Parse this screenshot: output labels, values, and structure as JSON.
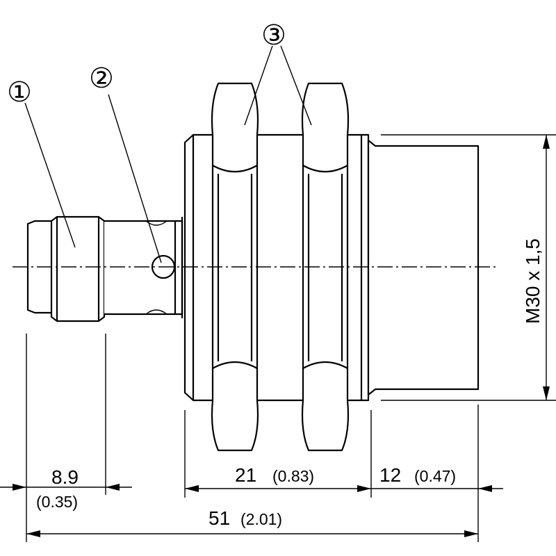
{
  "callouts": {
    "c1": "①",
    "c2": "②",
    "c3": "③"
  },
  "dimensions": {
    "d1_mm": "8.9",
    "d1_in": "(0.35)",
    "d2_mm": "21",
    "d2_in": "(0.83)",
    "d3_mm": "12",
    "d3_in": "(0.47)",
    "total_mm": "51",
    "total_in": "(2.01)",
    "thread": "M30 x 1,5"
  }
}
